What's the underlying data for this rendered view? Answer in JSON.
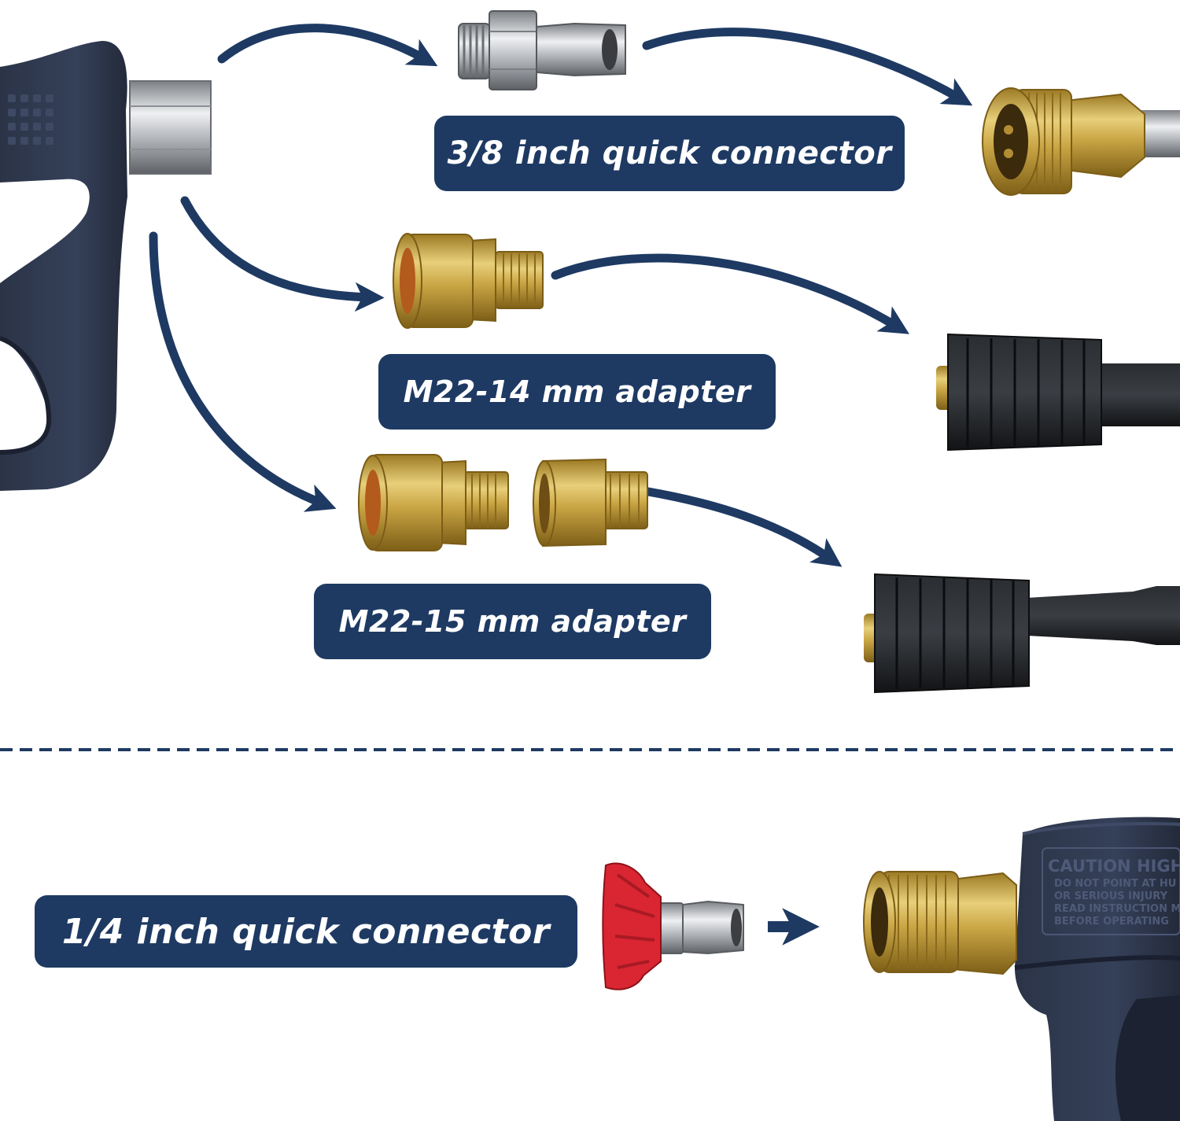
{
  "labels": {
    "quick_38": "3/8 inch quick connector",
    "m22_14": "M22-14 mm adapter",
    "m22_15": "M22-15 mm adapter",
    "quick_14": "1/4 inch quick connector"
  },
  "gun_print": {
    "line1": "CAUTION HIGH",
    "line2": "DO NOT POINT AT HU",
    "line3": "OR SERIOUS INJURY",
    "line4": "READ INSTRUCTION M",
    "line5": "BEFORE OPERATING"
  },
  "colors": {
    "label_bg": "#1e3a63",
    "arrow": "#1e3a63",
    "brass": "#c9a544",
    "rubber": "#1d1f22",
    "gun_body": "#2b3447",
    "nozzle_red": "#d92632"
  }
}
